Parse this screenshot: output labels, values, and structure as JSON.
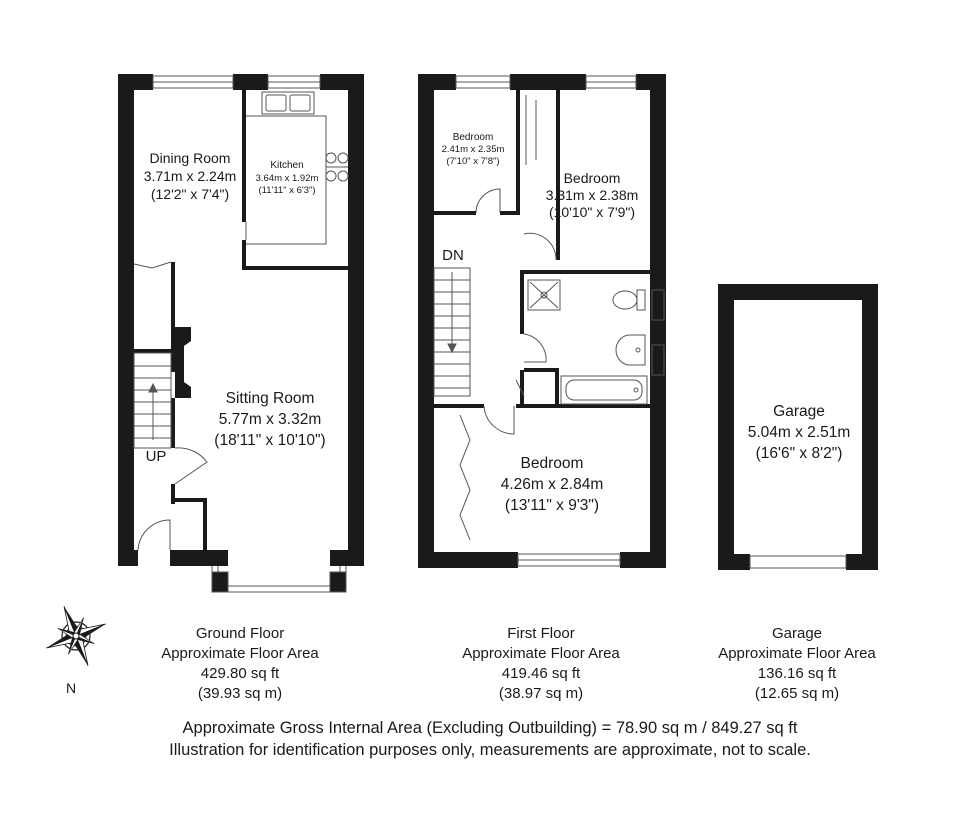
{
  "ground_floor": {
    "dining_room": {
      "name": "Dining Room",
      "size_m": "3.71m x 2.24m",
      "size_ft": "(12'2\" x 7'4\")"
    },
    "kitchen": {
      "name": "Kitchen",
      "size_m": "3.64m x 1.92m",
      "size_ft": "(11'11\" x 6'3\")"
    },
    "sitting_room": {
      "name": "Sitting Room",
      "size_m": "5.77m x 3.32m",
      "size_ft": "(18'11\" x 10'10\")"
    },
    "stairs_label": "UP",
    "caption": {
      "title": "Ground Floor",
      "subtitle": "Approximate Floor Area",
      "area_ft": "429.80 sq ft",
      "area_m": "(39.93 sq m)"
    }
  },
  "first_floor": {
    "bedroom_small": {
      "name": "Bedroom",
      "size_m": "2.41m x 2.35m",
      "size_ft": "(7'10\" x 7'8\")"
    },
    "bedroom_medium": {
      "name": "Bedroom",
      "size_m": "3.31m x 2.38m",
      "size_ft": "(10'10\" x 7'9\")"
    },
    "bedroom_large": {
      "name": "Bedroom",
      "size_m": "4.26m x 2.84m",
      "size_ft": "(13'11\" x 9'3\")"
    },
    "stairs_label": "DN",
    "caption": {
      "title": "First Floor",
      "subtitle": "Approximate Floor Area",
      "area_ft": "419.46 sq ft",
      "area_m": "(38.97 sq m)"
    }
  },
  "garage": {
    "room": {
      "name": "Garage",
      "size_m": "5.04m x 2.51m",
      "size_ft": "(16'6\" x 8'2\")"
    },
    "caption": {
      "title": "Garage",
      "subtitle": "Approximate Floor Area",
      "area_ft": "136.16 sq ft",
      "area_m": "(12.65 sq m)"
    }
  },
  "compass": {
    "north_label": "N"
  },
  "footer": {
    "line1": "Approximate Gross Internal Area (Excluding Outbuilding) = 78.90 sq m / 849.27 sq ft",
    "line2": "Illustration for identification purposes only, measurements are approximate, not to scale."
  },
  "colors": {
    "wall": "#1a1a1a",
    "fixture": "#555555",
    "background": "#ffffff"
  }
}
